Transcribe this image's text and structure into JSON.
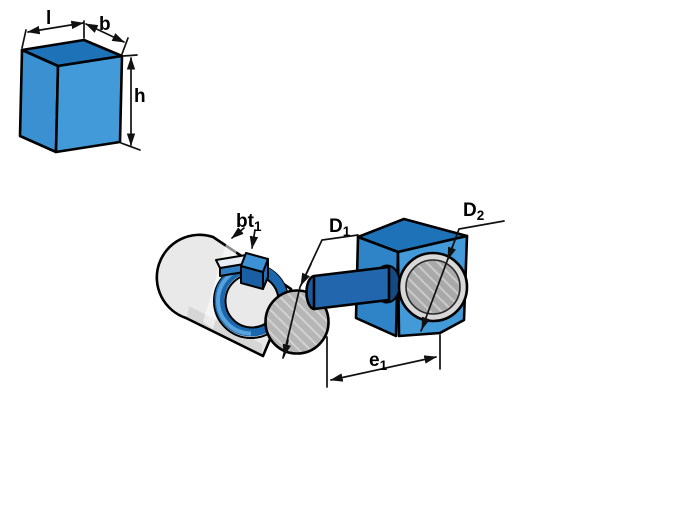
{
  "figure": {
    "description_labels": {
      "key_block": {
        "length": "l",
        "width": "b",
        "height": "h"
      },
      "assembly": {
        "keyway": {
          "base": "bt",
          "sub": "1"
        },
        "shaft_diameter": {
          "base": "D",
          "sub": "1"
        },
        "bore_diameter": {
          "base": "D",
          "sub": "2"
        },
        "hub_distance": {
          "base": "e",
          "sub": "1"
        }
      }
    },
    "colors": {
      "blue_top": "#1e72b8",
      "blue_front": "#429ad9",
      "blue_left": "#2f83c7",
      "cube1_left": "#3a90d0",
      "shaft_blue": "#2267ad",
      "shaft_cap": "#1c5a9e",
      "key_front": "#1a5fa4",
      "key_top": "#3c92d4",
      "key_side": "#2470b6",
      "band": "#1b67ae",
      "band_highlight": "#58a2dc",
      "hole_dark": "#134a84",
      "tongue_top": "#e8eef4",
      "tongue_front": "#2f7fc2",
      "cylinder_gray": "#e9e9e9",
      "disc_gray": "#b6b6b6",
      "ring_gray": "#d8d8d8",
      "bore_gray": "#a9a9a9",
      "outline": "#000000",
      "background": "#ffffff"
    }
  }
}
